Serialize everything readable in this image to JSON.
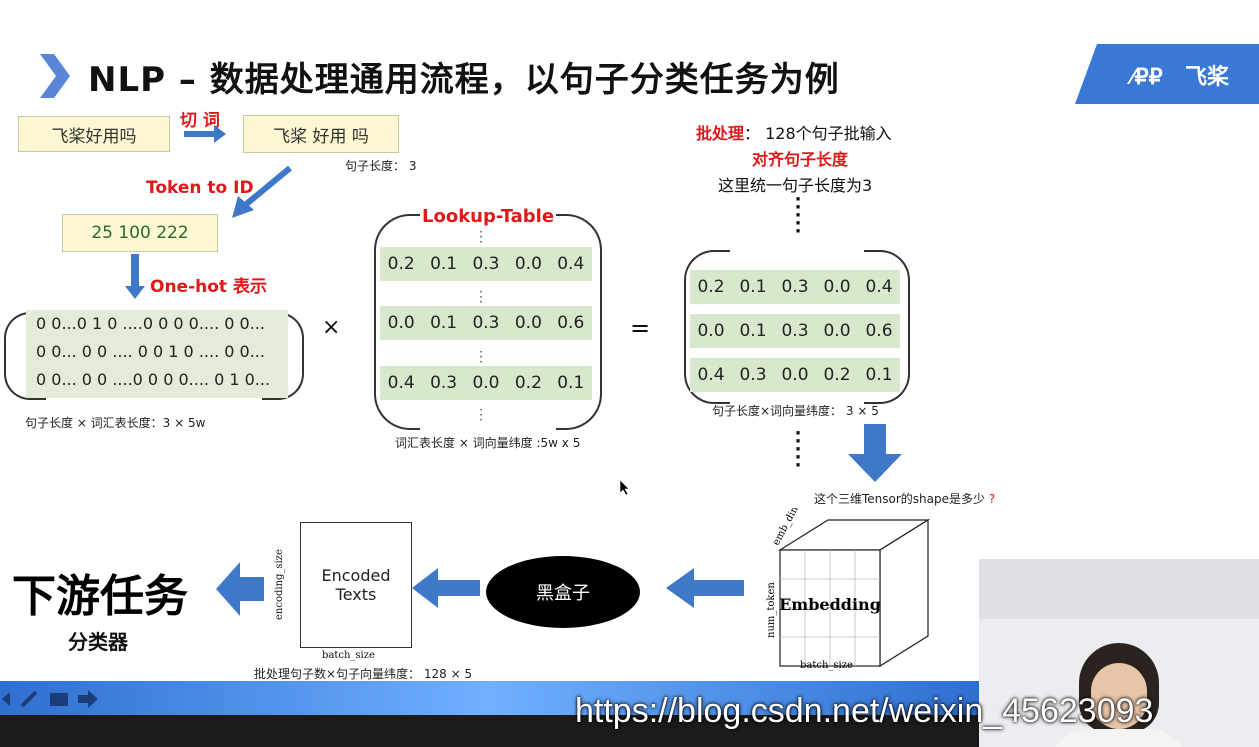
{
  "slide": {
    "title": "NLP – 数据处理通用流程，以句子分类任务为例",
    "logo_text": "飞桨",
    "sentence_box": "飞桨好用吗",
    "cut_label": "切 词",
    "cut_box": "飞桨   好用   吗",
    "sentence_len": "句子长度： 3",
    "token_to_id": "Token to ID",
    "id_box": "25   100   222",
    "onehot_label": "One-hot 表示",
    "onehot_rows": [
      "0  0...0 1 0 ....0 0 0 0....  0  0...",
      "0  0... 0 0 .... 0 0 1 0 .... 0  0...",
      "0  0... 0 0 ....0 0 0 0.... 0 1 0..."
    ],
    "onehot_caption": "句子长度 × 词汇表长度：3 × 5w",
    "times": "×",
    "lookup_title": "Lookup-Table",
    "lookup_rows": [
      [
        "0.2",
        "0.1",
        "0.3",
        "0.0",
        "0.4"
      ],
      [
        "0.0",
        "0.1",
        "0.3",
        "0.0",
        "0.6"
      ],
      [
        "0.4",
        "0.3",
        "0.0",
        "0.2",
        "0.1"
      ]
    ],
    "lookup_caption": "词汇表长度 × 词向量纬度 :5w x 5",
    "equals": "=",
    "batch_label": "批处理",
    "batch_text": "： 128个句子批输入",
    "align_label": "对齐句子长度",
    "align_text": "这里统一句子长度为3",
    "result_caption": "句子长度×词向量纬度： 3 × 5",
    "shape_question": "这个三维Tensor的shape是多少",
    "question_mark": "?",
    "cube_label": "Embedding",
    "cube_top_axis": "emb_dim",
    "cube_side_axis": "num_token",
    "cube_bottom_axis": "batch_size",
    "blackbox": "黑盒子",
    "encoded": "Encoded Texts",
    "encoded_side_axis": "encoding_size",
    "encoded_bottom_axis": "batch_size",
    "encoded_caption": "批处理句子数×句子向量纬度： 128 × 5",
    "downstream": "下游任务",
    "classifier": "分类器",
    "watermark": "https://blog.csdn.net/weixin_45623093",
    "colors": {
      "accent_red": "#e01818",
      "arrow_blue": "#3f77c9",
      "matrix_green": "#d8e8cc",
      "box_yellow": "#fdf8d2"
    }
  }
}
